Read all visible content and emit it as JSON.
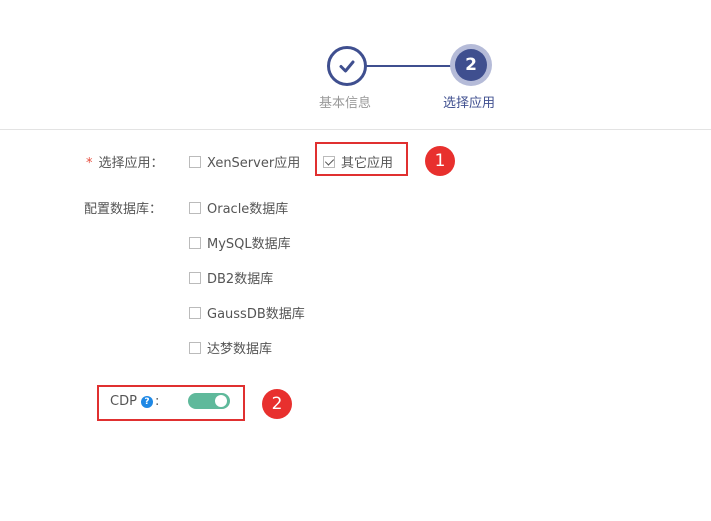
{
  "stepper": {
    "steps": [
      {
        "label": "基本信息",
        "status": "done"
      },
      {
        "label": "选择应用",
        "number": "2",
        "status": "active"
      }
    ]
  },
  "form": {
    "app_select": {
      "required_mark": "*",
      "label": "选择应用：",
      "options": [
        {
          "label": "XenServer应用",
          "checked": false
        },
        {
          "label": "其它应用",
          "checked": true
        }
      ]
    },
    "database": {
      "label": "配置数据库：",
      "options": [
        {
          "label": "Oracle数据库",
          "checked": false
        },
        {
          "label": "MySQL数据库",
          "checked": false
        },
        {
          "label": "DB2数据库",
          "checked": false
        },
        {
          "label": "GaussDB数据库",
          "checked": false
        },
        {
          "label": "达梦数据库",
          "checked": false
        }
      ]
    },
    "cdp": {
      "label": "CDP",
      "help_glyph": "?",
      "colon": ":",
      "enabled": true
    }
  },
  "annotations": [
    {
      "number": "1"
    },
    {
      "number": "2"
    }
  ],
  "colors": {
    "primary": "#3f4f8f",
    "toggle_on": "#5fb99b",
    "annotation_red": "#e03030",
    "help_blue": "#1e88e5"
  }
}
